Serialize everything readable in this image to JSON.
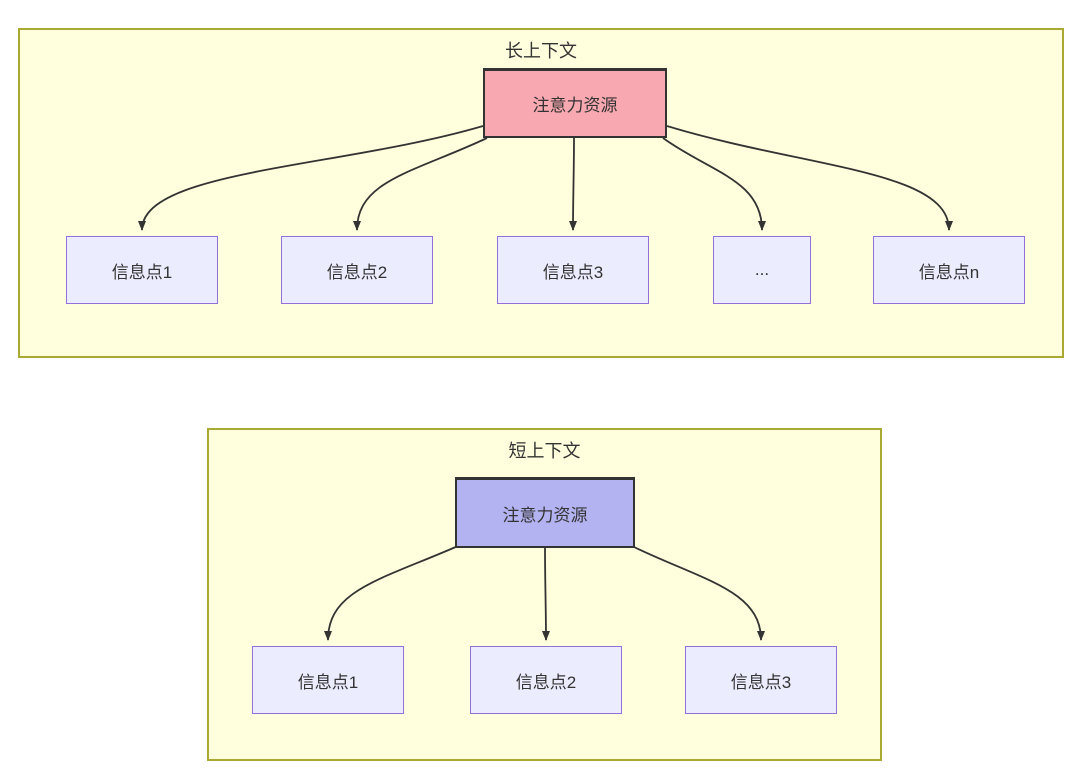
{
  "diagram": {
    "type": "flowchart-comparison",
    "sections": [
      {
        "id": "long-context",
        "title": "长上下文",
        "root": {
          "label": "注意力资源",
          "fill": "#f8a8b0"
        },
        "children": [
          {
            "label": "信息点1"
          },
          {
            "label": "信息点2"
          },
          {
            "label": "信息点3"
          },
          {
            "label": "..."
          },
          {
            "label": "信息点n"
          }
        ]
      },
      {
        "id": "short-context",
        "title": "短上下文",
        "root": {
          "label": "注意力资源",
          "fill": "#b3b3f2"
        },
        "children": [
          {
            "label": "信息点1"
          },
          {
            "label": "信息点2"
          },
          {
            "label": "信息点3"
          }
        ]
      }
    ],
    "colors": {
      "cluster_fill": "#ffffde",
      "cluster_border": "#aaaa33",
      "info_node_fill": "#ececff",
      "info_node_border": "#9370db",
      "attention_long_fill": "#f8a8b0",
      "attention_short_fill": "#b3b3f2",
      "attention_border": "#333333",
      "arrow": "#333333",
      "text": "#333333",
      "page_background": "#ffffff"
    }
  }
}
